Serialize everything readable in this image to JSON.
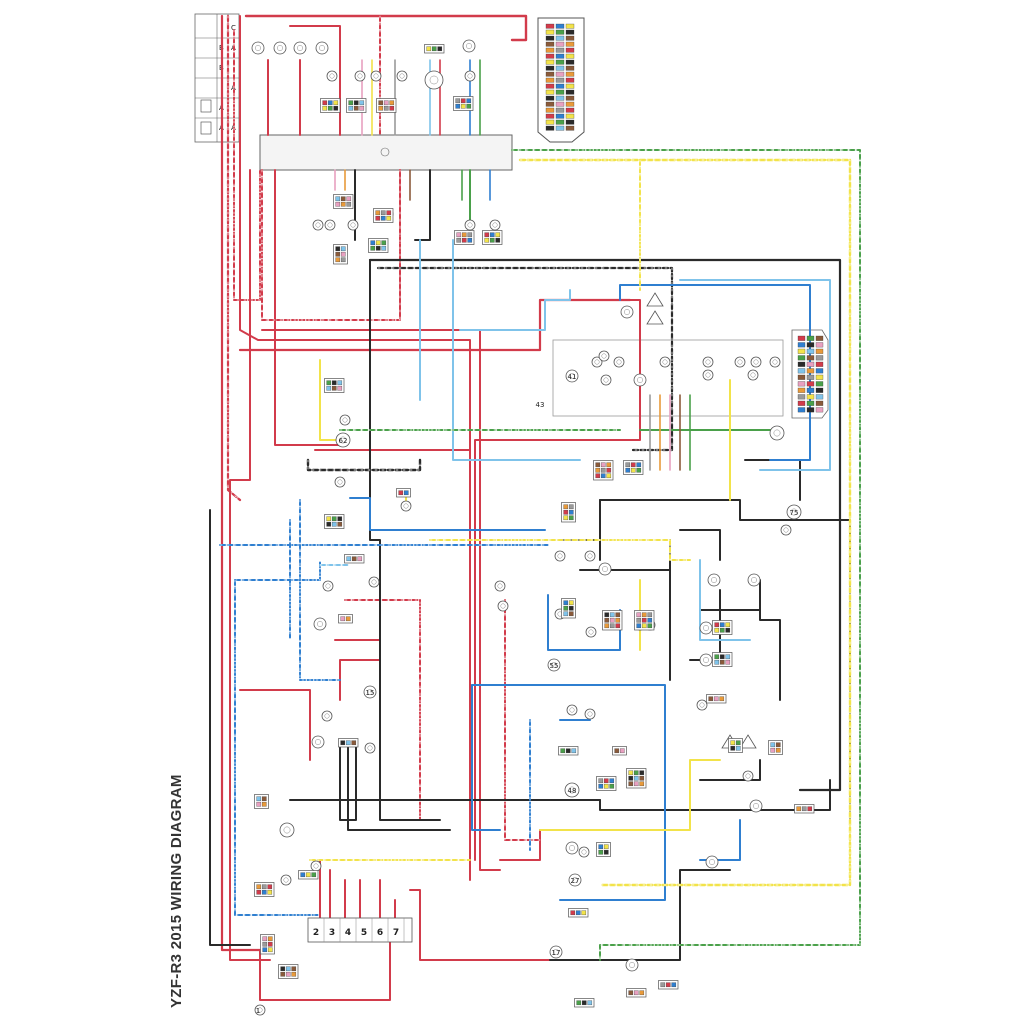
{
  "title": "YZF-R3 2015 WIRING DIAGRAM",
  "colors": {
    "red": "#d23b4b",
    "black": "#2a2a2a",
    "blue": "#2f7fd0",
    "lightblue": "#7fc3ea",
    "green": "#4aa04a",
    "yellow": "#f2e34a",
    "brown": "#8a5a3a",
    "orange": "#e89a3a",
    "pink": "#e8a0c0",
    "gray": "#9a9a9a"
  },
  "table_letters": [
    "C",
    "A",
    "A",
    "A"
  ],
  "table_row_letters": [
    "B",
    "B",
    "A",
    "A"
  ],
  "terminal_numbers": [
    "2",
    "3",
    "4",
    "5",
    "6",
    "7"
  ],
  "component_numbers": [
    "1",
    "15",
    "17",
    "27",
    "41",
    "43",
    "48",
    "55",
    "62",
    "75"
  ]
}
